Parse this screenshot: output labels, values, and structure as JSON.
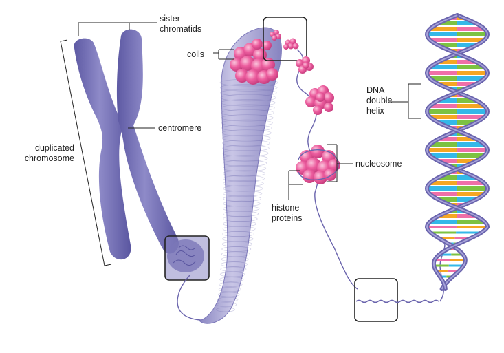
{
  "labels": {
    "sister_line1": "sister",
    "sister_line2": "chromatids",
    "coils": "coils",
    "centromere": "centromere",
    "duplicated_line1": "duplicated",
    "duplicated_line2": "chromosome",
    "dna_line1": "DNA",
    "dna_line2": "double",
    "dna_line3": "helix",
    "nucleosome": "nucleosome",
    "histone_line1": "histone",
    "histone_line2": "proteins"
  },
  "colors": {
    "chromosome": "#6f6bb0",
    "chromosome_light": "#9c98cf",
    "histone": "#e8589a",
    "histone_light": "#f4a6c9",
    "dna_backbone": "#6a64ad",
    "base_orange": "#f5a623",
    "base_cyan": "#34b8e8",
    "base_pink": "#ef6fa8",
    "base_green": "#7cc242",
    "line": "#222222"
  }
}
